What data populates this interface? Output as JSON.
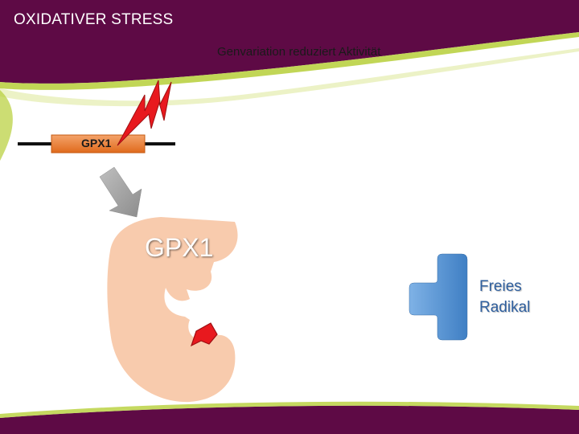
{
  "slide": {
    "title": "OXIDATIVER STRESS",
    "subtitle": "Genvariation reduziert Aktivität"
  },
  "gene": {
    "label": "GPX1"
  },
  "protein": {
    "label": "GPX1"
  },
  "radical": {
    "line1": "Freies",
    "line2": "Radikal"
  },
  "colors": {
    "header_purple": "#5e0a45",
    "accent_green": "#b6cf38",
    "gene_orange": "#ed7d31",
    "protein_fill": "#f8cbad",
    "radical_blue": "#5b9bd5",
    "lightning_red": "#e8191e",
    "arrow_gray": "#a6a6a6"
  },
  "icons": {
    "mutation": "lightning-bolt-icon",
    "expression": "down-arrow-icon"
  }
}
